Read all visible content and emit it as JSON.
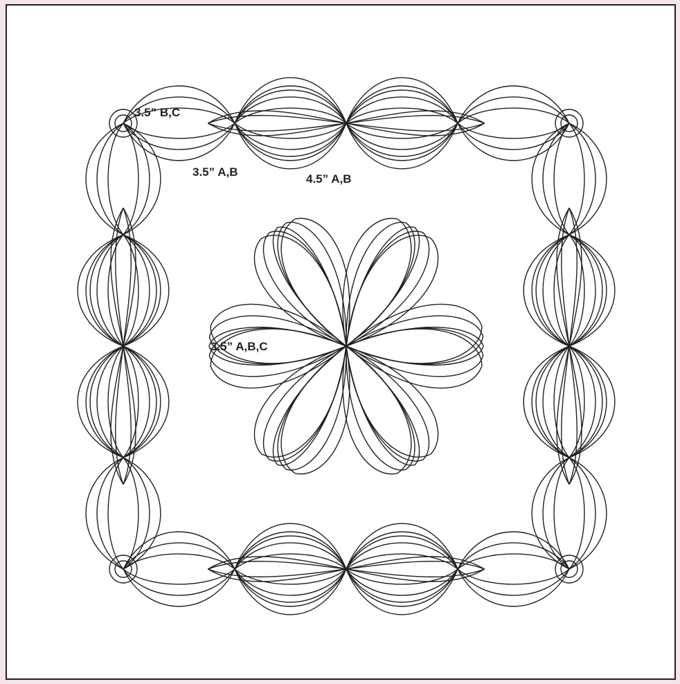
{
  "labels": {
    "corner": "3.5” B,C",
    "border_ab": "3.5” A,B",
    "border_45": "4.5” A,B",
    "center": "3.5” A,B,C"
  },
  "colors": {
    "background": "#f6e4ec",
    "canvas": "#ffffff",
    "line": "#231f20"
  }
}
